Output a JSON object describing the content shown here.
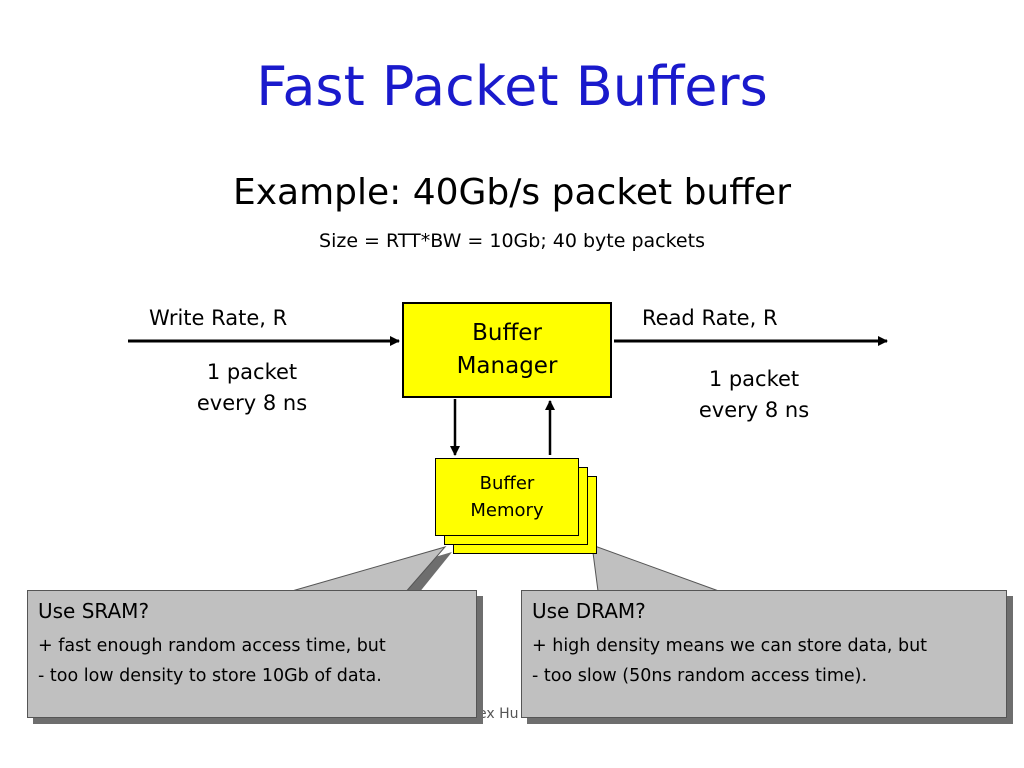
{
  "slide": {
    "title": "Fast Packet Buffers",
    "subtitle": "Example: 40Gb/s packet buffer",
    "size_line": "Size = RTT*BW = 10Gb; 40 byte packets"
  },
  "diagram": {
    "write_rate": "Write Rate, R",
    "write_packet": [
      "1 packet",
      "every 8 ns"
    ],
    "read_rate": "Read Rate, R",
    "read_packet": [
      "1 packet",
      "every 8 ns"
    ],
    "buffer_manager": [
      "Buffer",
      "Manager"
    ],
    "buffer_memory": [
      "Buffer",
      "Memory"
    ],
    "colors": {
      "box_fill": "#ffff00",
      "callout_fill": "#c0c0c0",
      "title": "#1a1acc"
    }
  },
  "callouts": {
    "sram": {
      "heading": "Use SRAM?",
      "lines": [
        "+ fast enough random access time, but",
        "- too low density to store 10Gb of data."
      ]
    },
    "dram": {
      "heading": "Use DRAM?",
      "lines": [
        "+ high density means we can store data, but",
        "- too slow (50ns random access time)."
      ]
    }
  },
  "footer": {
    "partial_text": "ex Hu"
  }
}
